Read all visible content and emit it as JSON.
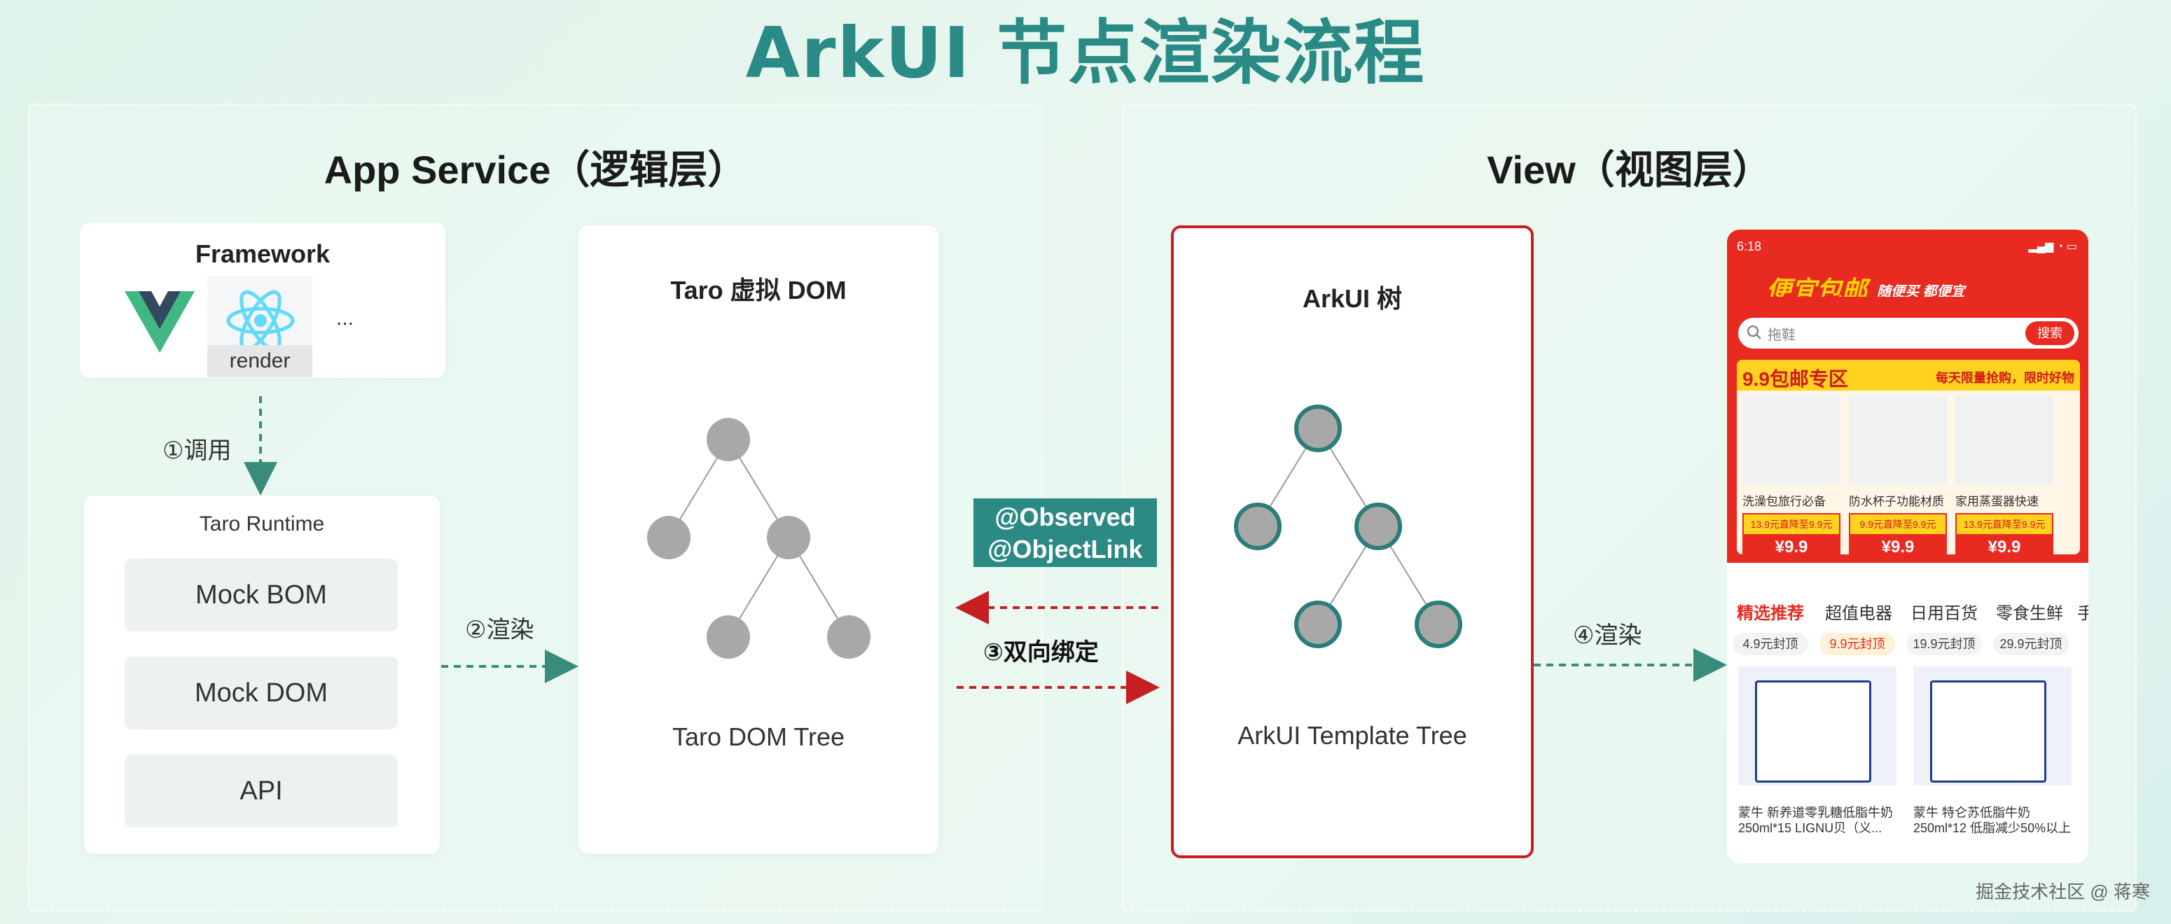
{
  "title": "ArkUI 节点渲染流程",
  "left_panel": {
    "title": "App Service（逻辑层）",
    "framework": {
      "title": "Framework",
      "logos": [
        "vue-icon",
        "react-icon"
      ],
      "render_label": "render",
      "more": "..."
    },
    "call_label": "①调用",
    "runtime": {
      "title": "Taro Runtime",
      "items": [
        "Mock BOM",
        "Mock DOM",
        "API"
      ]
    },
    "render_label": "②渲染",
    "dom_card": {
      "title": "Taro 虚拟 DOM",
      "subtitle": "Taro DOM Tree"
    }
  },
  "binding": {
    "decorators": [
      "@Observed",
      "@ObjectLink"
    ],
    "label": "③双向绑定",
    "arrow_color": "#c51f22"
  },
  "right_panel": {
    "title": "View（视图层）",
    "ark_card": {
      "title": "ArkUI 树",
      "subtitle": "ArkUI Template Tree"
    },
    "render_label": "④渲染",
    "phone": {
      "time": "6:18",
      "brand": "便宜包邮",
      "slogan": "随便买 都便宜",
      "search_placeholder": "拖鞋",
      "search_button": "搜索",
      "promo_title": "9.9包邮专区",
      "promo_right": "每天限量抢购，限时好物",
      "products": [
        {
          "name": "洗澡包旅行必备",
          "tag": "13.9元直降至9.9元",
          "price": "¥9.9"
        },
        {
          "name": "防水杯子功能材质",
          "tag": "9.9元直降至9.9元",
          "price": "¥9.9"
        },
        {
          "name": "家用蒸蛋器快速",
          "tag": "13.9元直降至9.9元",
          "price": "¥9.9"
        }
      ],
      "tabs": [
        "精选推荐",
        "超值电器",
        "日用百货",
        "零食生鲜",
        "手"
      ],
      "chips": [
        "4.9元封顶",
        "9.9元封顶",
        "19.9元封顶",
        "29.9元封顶"
      ],
      "goods": [
        {
          "name": "蒙牛 新养道零乳糖低脂牛奶 250ml*15 LIGNU贝（义..."
        },
        {
          "name": "蒙牛 特仑苏低脂牛奶 250ml*12 低脂减少50%以上"
        }
      ]
    }
  },
  "watermark": "掘金技术社区 @ 蒋寒",
  "colors": {
    "title": "#2a8a86",
    "teal_arrow": "#3a8c7a",
    "red": "#c51f22",
    "node_gray": "#a8a8a8",
    "node_ring": "#2a7d7a"
  }
}
